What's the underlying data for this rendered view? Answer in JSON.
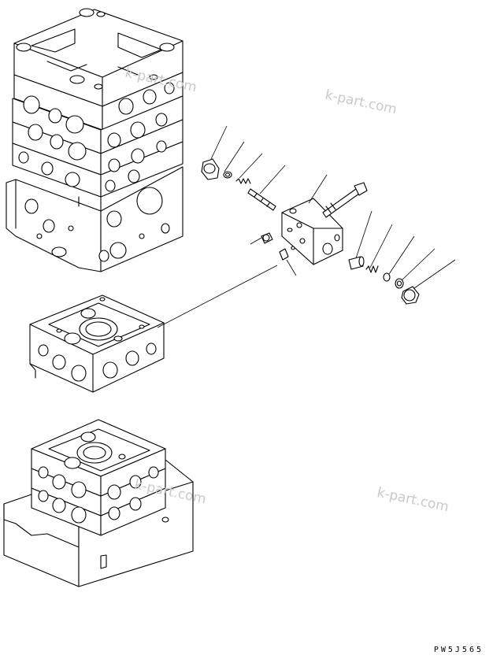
{
  "watermarks": [
    "k-part.com",
    "k-part.com",
    "k-part.com",
    "k-part.com"
  ],
  "drawing_code": "PW5J565",
  "colors": {
    "line": "#000000",
    "background": "#ffffff",
    "watermark": "#c9c9c9"
  }
}
